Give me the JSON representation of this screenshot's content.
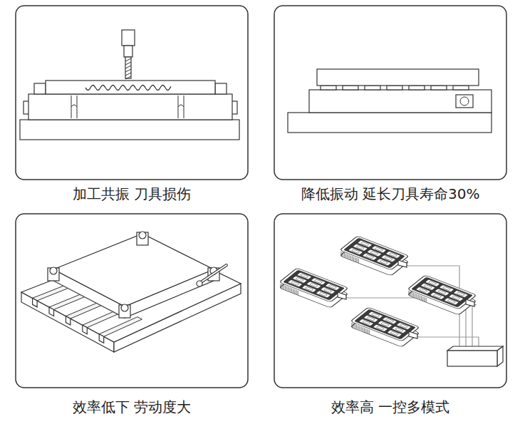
{
  "diagram": {
    "nodes": [
      {
        "text": [
          "加工共振 刀具损伤"
        ]
      },
      {
        "text": [
          "降低振动 延长刀具寿命30%"
        ]
      },
      {
        "text": [
          "效率低下 劳动度大"
        ]
      },
      {
        "text": [
          "效率高 一控多模式"
        ]
      }
    ]
  }
}
